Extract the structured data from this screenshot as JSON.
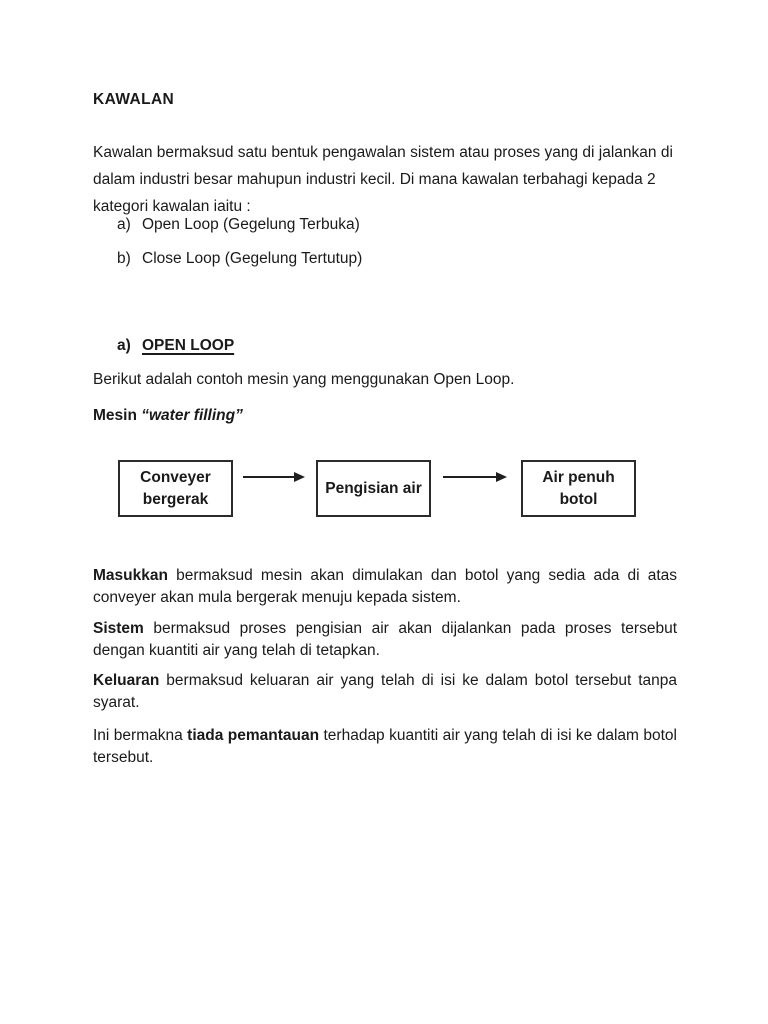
{
  "document": {
    "title": "KAWALAN",
    "intro": "Kawalan bermaksud satu bentuk pengawalan sistem atau proses yang di jalankan di dalam industri besar mahupun industri kecil. Di mana kawalan terbahagi kepada 2 kategori kawalan iaitu :",
    "category_list": [
      {
        "marker": "a)",
        "label": "Open Loop (Gegelung Terbuka)"
      },
      {
        "marker": "b)",
        "label": "Close Loop (Gegelung Tertutup)"
      }
    ],
    "section": {
      "marker": "a)",
      "heading": "OPEN LOOP",
      "lead": "Berikut adalah contoh mesin yang menggunakan Open Loop.",
      "machine_label_runs": [
        {
          "text": "Mesin ",
          "bold": true
        },
        {
          "text": "“water filling”",
          "bold": true,
          "italic": true
        }
      ]
    },
    "diagram": {
      "type": "flow",
      "connector": "arrow-right",
      "boxes": [
        {
          "label": "Conveyer bergerak"
        },
        {
          "label": "Pengisian air"
        },
        {
          "label": "Air penuh botol"
        }
      ]
    },
    "paragraphs": [
      {
        "id": "masukkan",
        "runs": [
          {
            "text": "Masukkan",
            "bold": true
          },
          {
            "text": " bermaksud mesin akan dimulakan dan botol yang sedia ada di atas conveyer akan mula bergerak menuju kepada sistem."
          }
        ]
      },
      {
        "id": "sistem",
        "runs": [
          {
            "text": "Sistem",
            "bold": true
          },
          {
            "text": " bermaksud proses pengisian air akan dijalankan pada proses tersebut dengan kuantiti air yang telah di tetapkan."
          }
        ]
      },
      {
        "id": "keluaran",
        "runs": [
          {
            "text": "Keluaran",
            "bold": true
          },
          {
            "text": " bermaksud keluaran air yang telah di isi ke dalam botol tersebut tanpa syarat."
          }
        ]
      },
      {
        "id": "ini-bermakna",
        "runs": [
          {
            "text": "Ini bermakna "
          },
          {
            "text": "tiada pemantauan",
            "bold": true
          },
          {
            "text": " terhadap kuantiti air yang telah di isi ke dalam botol tersebut."
          }
        ]
      }
    ]
  },
  "colors": {
    "page_bg": "#ffffff",
    "text": "#1a1a1a",
    "box_border": "#2b2b2b",
    "arrow": "#1f1f1f"
  }
}
